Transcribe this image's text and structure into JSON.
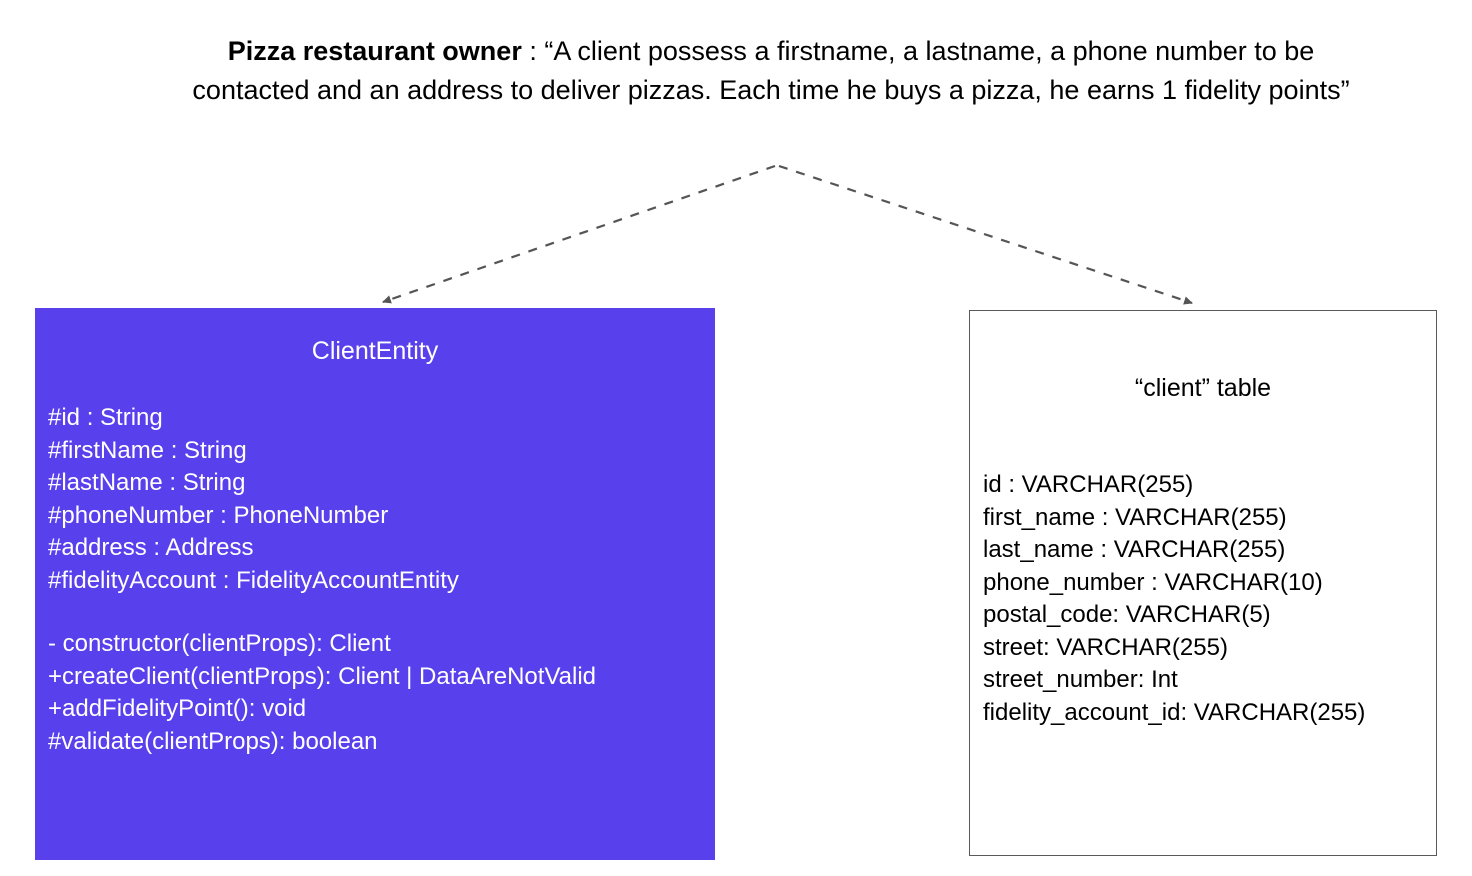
{
  "header": {
    "speaker": "Pizza restaurant owner",
    "separator": " : ",
    "quote": "“A client possess a firstname, a lastname, a phone number to be contacted and an address to deliver pizzas. Each time he buys a pizza, he earns 1 fidelity points”"
  },
  "connectors": {
    "style": "dashed",
    "color": "#555555",
    "arrowhead": "filled-triangle",
    "left_label": "dashed-arrow-to-entity",
    "right_label": "dashed-arrow-to-table"
  },
  "entity": {
    "title": "ClientEntity",
    "fill_color": "#5840EC",
    "text_color": "#FFFFFF",
    "attributes": [
      "#id : String",
      "#firstName : String",
      "#lastName : String",
      "#phoneNumber : PhoneNumber",
      "#address : Address",
      "#fidelityAccount : FidelityAccountEntity"
    ],
    "methods": [
      "- constructor(clientProps): Client",
      "+createClient(clientProps): Client | DataAreNotValid",
      "+addFidelityPoint(): void",
      "#validate(clientProps): boolean"
    ]
  },
  "table": {
    "title": "“client” table",
    "border_color": "#5A5A5A",
    "columns": [
      "id : VARCHAR(255)",
      "first_name : VARCHAR(255)",
      "last_name : VARCHAR(255)",
      "phone_number : VARCHAR(10)",
      "postal_code: VARCHAR(5)",
      "street: VARCHAR(255)",
      "street_number: Int",
      "fidelity_account_id: VARCHAR(255)"
    ]
  }
}
